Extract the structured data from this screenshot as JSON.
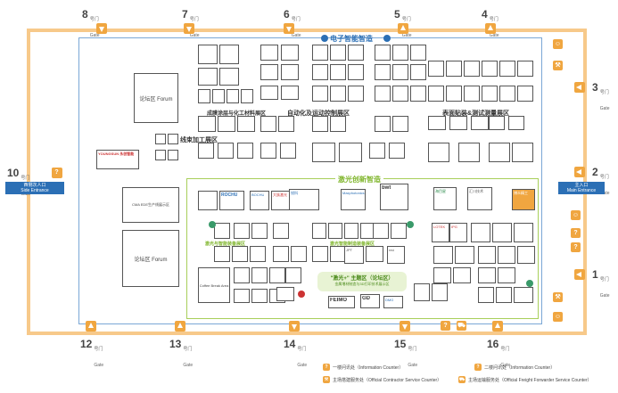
{
  "halls": {
    "electronics": "电子智能智造",
    "laser": "激光创新智造",
    "automation": "自动化及运动控制展区",
    "surface": "表面贴装&测试测量展区",
    "industrial_software": "成膜涂层与化工材料展区",
    "wire_processing": "线束加工展区",
    "laser_sub_a": "激光与智能装备展区",
    "laser_sub_b": "激光智能制造装备展区",
    "laser_forum": "\"激光+\" 主题区（论坛区）",
    "laser_forum_sub": "金属增材制造与3D打印技术展示区",
    "coffee": "Coffee Break Area"
  },
  "forums": {
    "forum_top": "论坛区  Forum",
    "forum_bottom": "论坛区  Forum",
    "cma": "CMA EDE生产线展示区"
  },
  "gates": {
    "g8": "8",
    "g7": "7",
    "g6": "6",
    "g5": "5",
    "g4": "4",
    "g3": "3",
    "g2": "2",
    "g1": "1",
    "g10": "10",
    "g12": "12",
    "g13": "13",
    "g14": "14",
    "g15": "15",
    "g16": "16",
    "gate_word": "Gate",
    "door_cn": "号门"
  },
  "entrances": {
    "east_cn": "主入口",
    "east_en": "Main Entrance",
    "west_cn": "西侧次人口",
    "west_en": "Side Entrance"
  },
  "legend": {
    "info": "一楼问讯处（Information Counter）",
    "info2": "二楼问讯处（Information Counter）",
    "contractor": "主场搭建服务处（Official Contractor Service Counter）",
    "freight": "主场运输服务处（Official Freight Forwarder Service Counter）"
  },
  "brands": {
    "rochu": "ROCHU",
    "inovance": "汇川技术",
    "weighing": "博众精工",
    "bwt": "bwt",
    "youngsun": "YOUNGSUN 永创智能",
    "bochu": "BOCHU",
    "raycus": "锐科",
    "maxphotonics": "Maxphotonics",
    "han": "大族激光",
    "hymson": "海目星",
    "lotek": "LOTEK",
    "ipg": "IPG",
    "fiber": "FEIMO",
    "gd": "GD",
    "jpt": "JPT",
    "reci": "reci",
    "dmu": "DMG"
  },
  "colors": {
    "corridor": "#f7c98a",
    "accent": "#f0a640",
    "blue": "#2b6fb5",
    "green": "#7fb52b"
  }
}
